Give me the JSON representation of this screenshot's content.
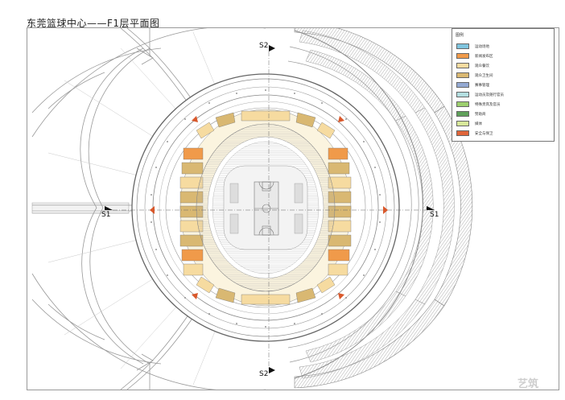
{
  "title": "东莞篮球中心——F1层平面图",
  "legend": {
    "title": "图例",
    "items": [
      {
        "label": "运动场地",
        "color": "#7fc4de"
      },
      {
        "label": "新闻发布区",
        "color": "#f09a4a"
      },
      {
        "label": "观众餐饮",
        "color": "#f6dba0"
      },
      {
        "label": "观众卫生间",
        "color": "#d9b872"
      },
      {
        "label": "赛事管理",
        "color": "#94a9d2"
      },
      {
        "label": "运动员及随行官员",
        "color": "#b3dee0"
      },
      {
        "label": "特殊贵宾及官员",
        "color": "#9ccf6e"
      },
      {
        "label": "赞助商",
        "color": "#5fa05a"
      },
      {
        "label": "媒体",
        "color": "#d7e79a"
      },
      {
        "label": "安全与保卫",
        "color": "#e0653a"
      }
    ]
  },
  "section_marks": {
    "s2_top": "S2",
    "s2_bottom": "S2",
    "s1_left": "S1",
    "s1_right": "S1"
  },
  "watermark": "艺筑",
  "colors": {
    "line": "#8a8a8a",
    "hatch": "#b5b5b5",
    "court": "#cfcfcf",
    "arrow": "#d9582b"
  }
}
